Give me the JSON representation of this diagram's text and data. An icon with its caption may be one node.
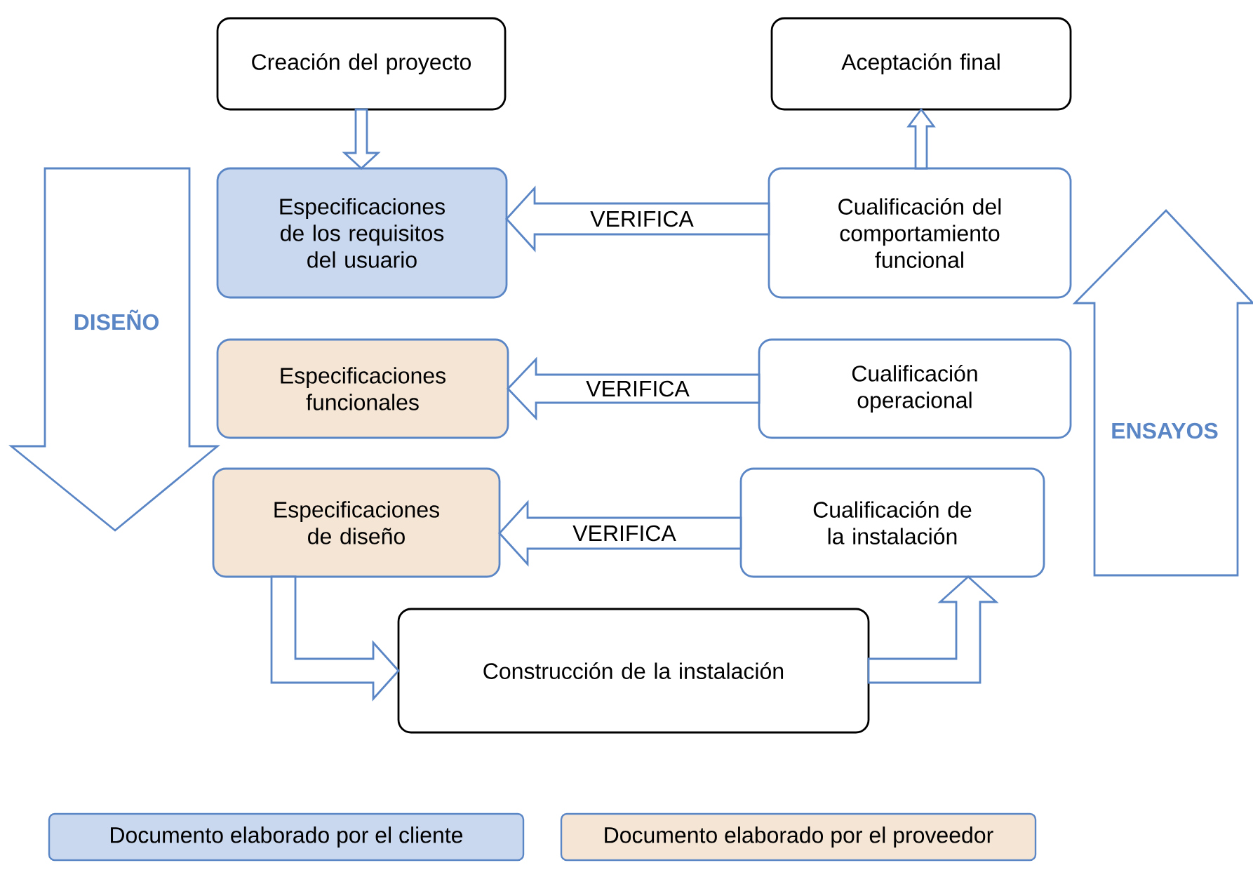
{
  "diagram": {
    "nodes": [
      {
        "text": [
          "Creación del proyecto"
        ]
      },
      {
        "text": [
          "Aceptación final"
        ]
      },
      {
        "text": [
          "Especificaciones de los requisitos del usuario"
        ]
      },
      {
        "text": [
          "Cualificación del comportamiento funcional"
        ]
      },
      {
        "text": [
          "DISEÑO"
        ]
      },
      {
        "text": [
          "Especificaciones funcionales"
        ]
      },
      {
        "text": [
          "Cualificación operacional"
        ]
      },
      {
        "text": [
          "ENSAYOS"
        ]
      },
      {
        "text": [
          "Especificaciones de diseño"
        ]
      },
      {
        "text": [
          "Cualificación de la instalación"
        ]
      },
      {
        "text": [
          "Construcción de la instalación"
        ]
      }
    ],
    "edges": [
      {
        "from": 0,
        "to": 2,
        "arrow": "to"
      },
      {
        "from": 3,
        "to": 1,
        "arrow": "to"
      },
      {
        "from": 3,
        "to": 2,
        "arrow": "to",
        "label": "VERIFICA"
      },
      {
        "from": 6,
        "to": 5,
        "arrow": "to",
        "label": "VERIFICA"
      },
      {
        "from": 9,
        "to": 8,
        "arrow": "to",
        "label": "VERIFICA"
      },
      {
        "from": 8,
        "to": 10,
        "arrow": "to"
      },
      {
        "from": 10,
        "to": 9,
        "arrow": "to"
      }
    ],
    "legend": [
      {
        "text": "Documento elaborado por el cliente",
        "color": "#c9d8ef"
      },
      {
        "text": "Documento elaborado por el proveedor",
        "color": "#f5e5d5"
      }
    ]
  }
}
